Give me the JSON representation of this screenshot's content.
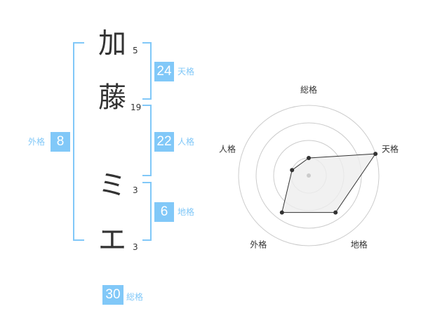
{
  "name": {
    "chars": [
      {
        "char": "加",
        "strokes": "5"
      },
      {
        "char": "藤",
        "strokes": "19"
      },
      {
        "char": "ミ",
        "strokes": "3"
      },
      {
        "char": "エ",
        "strokes": "3"
      }
    ]
  },
  "fortunes": {
    "tenkaku": {
      "label": "天格",
      "value": "24"
    },
    "jinkaku": {
      "label": "人格",
      "value": "22"
    },
    "chikaku": {
      "label": "地格",
      "value": "6"
    },
    "gaikaku": {
      "label": "外格",
      "value": "8"
    },
    "soukaku": {
      "label": "総格",
      "value": "30"
    }
  },
  "colors": {
    "accent": "#81c8f8",
    "text": "#333333",
    "radar_fill": "#eeeeee",
    "ring": "#cccccc"
  },
  "chart_data": {
    "type": "radar",
    "axes": [
      "総格",
      "天格",
      "地格",
      "外格",
      "人格"
    ],
    "values": [
      0.25,
      1.0,
      0.65,
      0.65,
      0.25
    ],
    "range": [
      0,
      1
    ],
    "rings": 4
  }
}
